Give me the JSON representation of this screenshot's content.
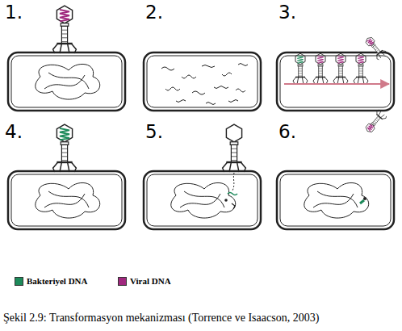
{
  "diagram": {
    "caption": "Şekil 2.9: Transformasyon mekanizması (Torrence ve Isaacson, 2003)",
    "labels": [
      "1.",
      "2.",
      "3.",
      "4.",
      "5.",
      "6."
    ],
    "legend": [
      {
        "text": "Bakteriyel DNA",
        "color": "#1d8a5a"
      },
      {
        "text": "Viral DNA",
        "color": "#a0287e"
      }
    ]
  }
}
